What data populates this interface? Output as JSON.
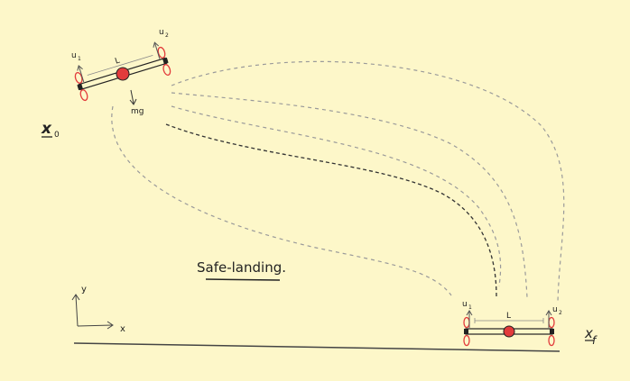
{
  "labels": {
    "start_state": "x",
    "start_subscript": "0",
    "final_state": "x",
    "final_subscript": "f",
    "thrust_left": "u",
    "thrust_left_sub": "1",
    "thrust_right": "u",
    "thrust_right_sub": "2",
    "length": "L",
    "weight": "mg",
    "caption": "Safe-landing.",
    "axis_y": "y",
    "axis_x": "x"
  },
  "colors": {
    "background": "#fdf7c9",
    "ink": "#222222",
    "drone_body": "#e23b3b",
    "trajectory_main": "#333333",
    "trajectory_alt": "#9a9a9a"
  }
}
